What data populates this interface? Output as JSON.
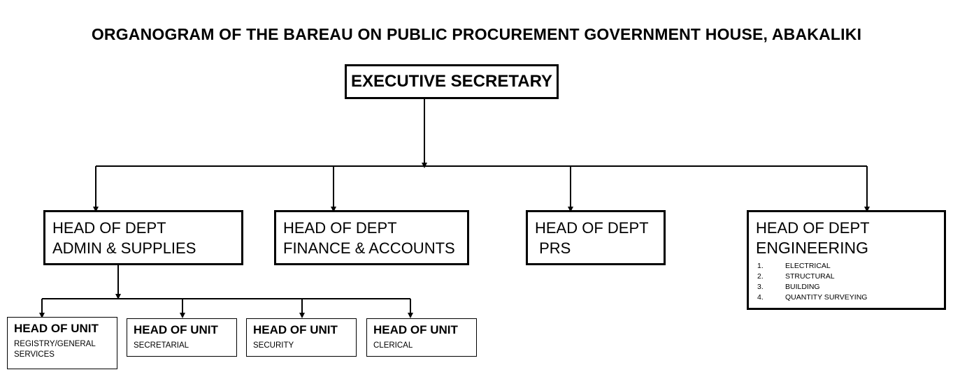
{
  "title": "ORGANOGRAM OF THE BAREAU ON PUBLIC PROCUREMENT GOVERNMENT HOUSE, ABAKALIKI",
  "executive": {
    "label": "EXECUTIVE SECRETARY"
  },
  "departments": [
    {
      "line1": "HEAD OF DEPT",
      "line2": "ADMIN & SUPPLIES"
    },
    {
      "line1": "HEAD OF DEPT",
      "line2": "FINANCE & ACCOUNTS"
    },
    {
      "line1": "HEAD OF DEPT",
      "line2": " PRS"
    },
    {
      "line1": "HEAD OF DEPT",
      "line2": "ENGINEERING",
      "items": [
        {
          "num": "1.",
          "label": "ELECTRICAL"
        },
        {
          "num": "2.",
          "label": "STRUCTURAL"
        },
        {
          "num": "3.",
          "label": "BUILDING"
        },
        {
          "num": "4.",
          "label": "QUANTITY SURVEYING"
        }
      ]
    }
  ],
  "units": [
    {
      "head": "HEAD OF UNIT",
      "desc": "REGISTRY/GENERAL SERVICES"
    },
    {
      "head": "HEAD OF UNIT",
      "desc": "SECRETARIAL"
    },
    {
      "head": "HEAD OF UNIT",
      "desc": "SECURITY"
    },
    {
      "head": "HEAD OF UNIT",
      "desc": "CLERICAL"
    }
  ]
}
